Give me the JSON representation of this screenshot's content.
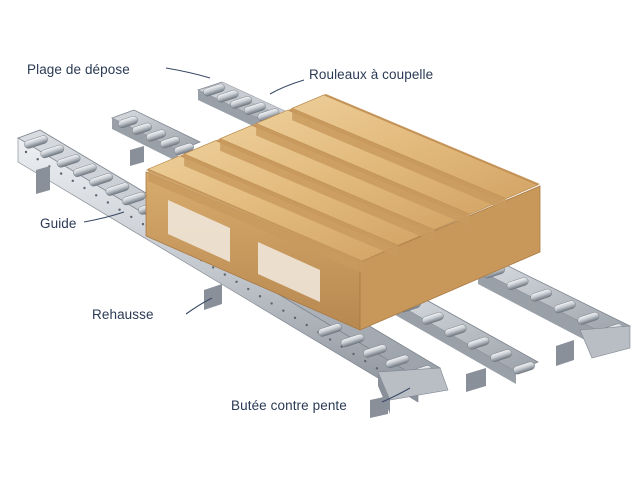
{
  "labels": {
    "plage": "Plage de dépose",
    "rouleaux": "Rouleaux à coupelle",
    "guide": "Guide",
    "rehausse": "Rehausse",
    "butee": "Butée contre pente"
  },
  "colors": {
    "label_text": "#2b3a55",
    "leader": "#3a4a66",
    "wood_light": "#e8c48c",
    "wood_mid": "#d7aa6c",
    "wood_dark": "#b98a4f",
    "steel_light": "#e3e6ea",
    "steel_mid": "#b9bec5",
    "steel_dark": "#7f868f"
  }
}
